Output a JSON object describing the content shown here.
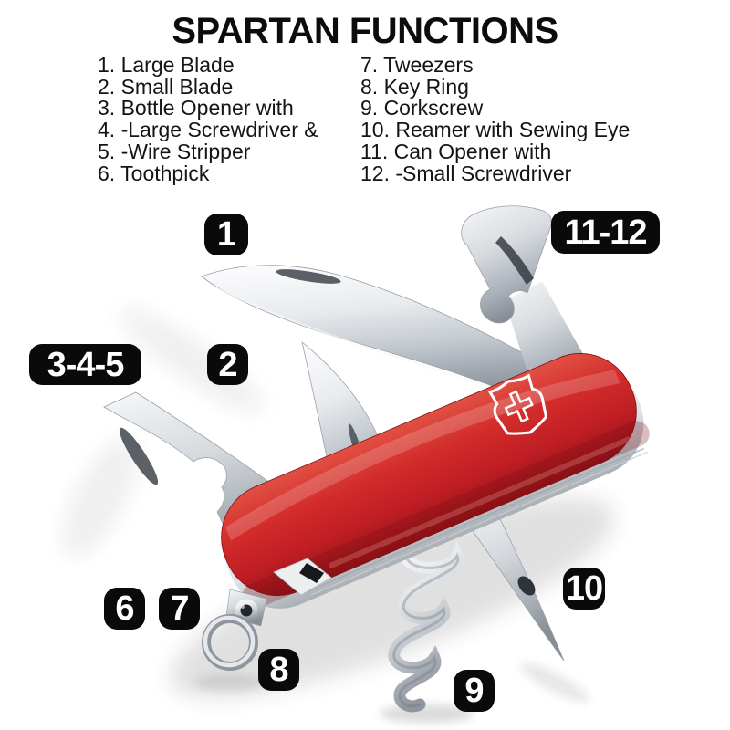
{
  "title": "SPARTAN FUNCTIONS",
  "functions_left": [
    "1. Large Blade",
    "2. Small Blade",
    "3. Bottle Opener with",
    "4. -Large Screwdriver &",
    "5. -Wire Stripper",
    "6. Toothpick"
  ],
  "functions_right": [
    "7. Tweezers",
    "8. Key Ring",
    "9. Corkscrew",
    "10. Reamer with Sewing Eye",
    "11. Can Opener with",
    "12. -Small Screwdriver"
  ],
  "badges": [
    {
      "label": "1"
    },
    {
      "label": "2"
    },
    {
      "label": "3-4-5"
    },
    {
      "label": "6"
    },
    {
      "label": "7"
    },
    {
      "label": "8"
    },
    {
      "label": "9"
    },
    {
      "label": "10"
    },
    {
      "label": "11-12"
    }
  ],
  "colors": {
    "background": "#ffffff",
    "text": "#141414",
    "badge_background": "#0a0a0a",
    "badge_text": "#ffffff",
    "knife_body_red": "#cf2127",
    "steel": "#c6cbd1",
    "logo_white": "#ffffff"
  }
}
